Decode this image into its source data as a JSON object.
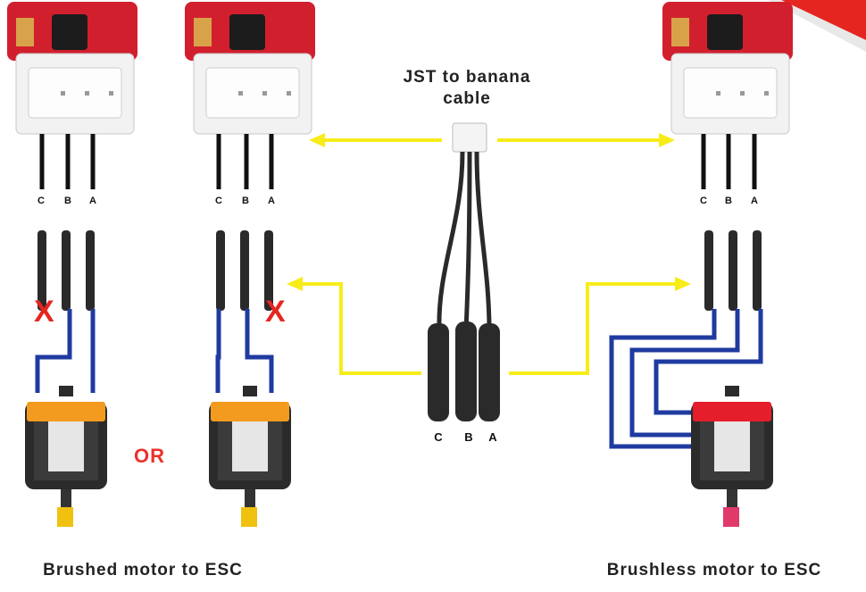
{
  "cable_label": {
    "line1": "JST to banana",
    "line2": "cable"
  },
  "esc_pins": [
    "C",
    "B",
    "A"
  ],
  "cable_pins": [
    "C",
    "B",
    "A"
  ],
  "or_label": "OR",
  "x_mark": "X",
  "captions": {
    "brushed": "Brushed motor to ESC",
    "brushless": "Brushless motor to ESC"
  },
  "colors": {
    "pcb_red": "#d21f2e",
    "arrow_yellow": "#f7ec1a",
    "wire_blue": "#1f3aa0",
    "brushed_band": "#f39b1e",
    "brushless_band": "#e51e2b",
    "x_red": "#e52620"
  }
}
